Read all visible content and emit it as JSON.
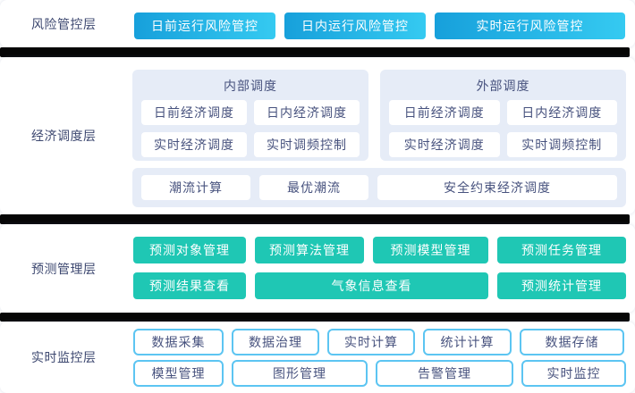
{
  "colors": {
    "gradient_start": "#17A0DB",
    "gradient_end": "#35CAF1",
    "teal": "#1FC7B4",
    "panel_bg": "#E6ECF7",
    "outline_blue": "#5CC5F2",
    "label_text": "#3D4870",
    "panel_text": "#47527E",
    "divider": "#060606"
  },
  "layers": {
    "risk": {
      "label": "风险管控层",
      "buttons": [
        "日前运行风险管控",
        "日内运行风险管控",
        "实时运行风险管控"
      ]
    },
    "economic": {
      "label": "经济调度层",
      "groups": [
        {
          "title": "内部调度",
          "buttons": [
            "日前经济调度",
            "日内经济调度",
            "实时经济调度",
            "实时调频控制"
          ]
        },
        {
          "title": "外部调度",
          "buttons": [
            "日前经济调度",
            "日内经济调度",
            "实时经济调度",
            "实时调频控制"
          ]
        }
      ],
      "flow_buttons": [
        "潮流计算",
        "最优潮流",
        "安全约束经济调度"
      ]
    },
    "forecast": {
      "label": "预测管理层",
      "row1": [
        "预测对象管理",
        "预测算法管理",
        "预测模型管理",
        "预测任务管理"
      ],
      "row2": [
        "预测结果查看",
        "气象信息查看",
        "预测统计管理"
      ]
    },
    "monitor": {
      "label": "实时监控层",
      "row1": [
        "数据采集",
        "数据治理",
        "实时计算",
        "统计计算",
        "数据存储"
      ],
      "row2": [
        "模型管理",
        "图形管理",
        "告警管理",
        "实时监控"
      ]
    }
  }
}
